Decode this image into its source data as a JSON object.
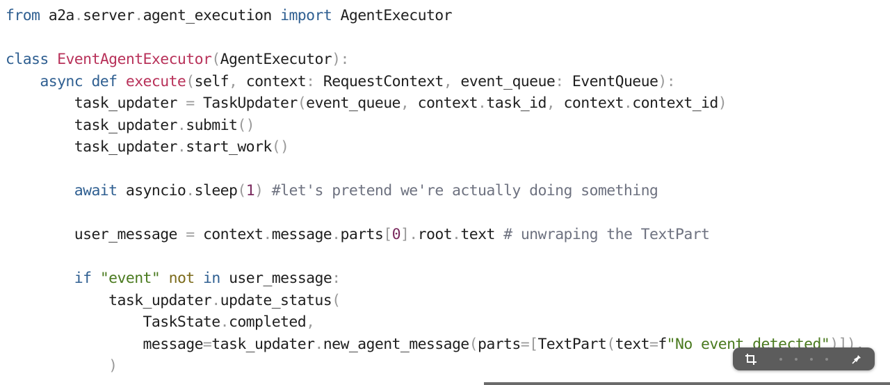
{
  "code": {
    "lines": [
      [
        [
          "kw",
          "from"
        ],
        [
          "t",
          " a2a"
        ],
        [
          "p",
          "."
        ],
        [
          "t",
          "server"
        ],
        [
          "p",
          "."
        ],
        [
          "t",
          "agent_execution "
        ],
        [
          "kw",
          "import"
        ],
        [
          "t",
          " AgentExecutor"
        ]
      ],
      [],
      [
        [
          "kw",
          "class"
        ],
        [
          "t",
          " "
        ],
        [
          "cls",
          "EventAgentExecutor"
        ],
        [
          "p",
          "("
        ],
        [
          "t",
          "AgentExecutor"
        ],
        [
          "p",
          "):"
        ]
      ],
      [
        [
          "t",
          "    "
        ],
        [
          "kw",
          "async def"
        ],
        [
          "t",
          " "
        ],
        [
          "cls",
          "execute"
        ],
        [
          "p",
          "("
        ],
        [
          "t",
          "self"
        ],
        [
          "p",
          ","
        ],
        [
          "t",
          " context"
        ],
        [
          "p",
          ":"
        ],
        [
          "t",
          " RequestContext"
        ],
        [
          "p",
          ","
        ],
        [
          "t",
          " event_queue"
        ],
        [
          "p",
          ":"
        ],
        [
          "t",
          " EventQueue"
        ],
        [
          "p",
          "):"
        ]
      ],
      [
        [
          "t",
          "        task_updater "
        ],
        [
          "p",
          "="
        ],
        [
          "t",
          " TaskUpdater"
        ],
        [
          "p",
          "("
        ],
        [
          "t",
          "event_queue"
        ],
        [
          "p",
          ","
        ],
        [
          "t",
          " context"
        ],
        [
          "p",
          "."
        ],
        [
          "t",
          "task_id"
        ],
        [
          "p",
          ","
        ],
        [
          "t",
          " context"
        ],
        [
          "p",
          "."
        ],
        [
          "t",
          "context_id"
        ],
        [
          "p",
          ")"
        ]
      ],
      [
        [
          "t",
          "        task_updater"
        ],
        [
          "p",
          "."
        ],
        [
          "t",
          "submit"
        ],
        [
          "p",
          "()"
        ]
      ],
      [
        [
          "t",
          "        task_updater"
        ],
        [
          "p",
          "."
        ],
        [
          "t",
          "start_work"
        ],
        [
          "p",
          "()"
        ]
      ],
      [],
      [
        [
          "t",
          "        "
        ],
        [
          "kw",
          "await"
        ],
        [
          "t",
          " asyncio"
        ],
        [
          "p",
          "."
        ],
        [
          "t",
          "sleep"
        ],
        [
          "p",
          "("
        ],
        [
          "num",
          "1"
        ],
        [
          "p",
          ")"
        ],
        [
          "t",
          " "
        ],
        [
          "cmt",
          "#let's pretend we're actually doing something"
        ]
      ],
      [],
      [
        [
          "t",
          "        user_message "
        ],
        [
          "p",
          "="
        ],
        [
          "t",
          " context"
        ],
        [
          "p",
          "."
        ],
        [
          "t",
          "message"
        ],
        [
          "p",
          "."
        ],
        [
          "t",
          "parts"
        ],
        [
          "p",
          "["
        ],
        [
          "num",
          "0"
        ],
        [
          "p",
          "]."
        ],
        [
          "t",
          "root"
        ],
        [
          "p",
          "."
        ],
        [
          "t",
          "text "
        ],
        [
          "cmt",
          "# unwraping the TextPart"
        ]
      ],
      [],
      [
        [
          "t",
          "        "
        ],
        [
          "kw",
          "if"
        ],
        [
          "t",
          " "
        ],
        [
          "str",
          "\"event\""
        ],
        [
          "t",
          " "
        ],
        [
          "kw2",
          "not"
        ],
        [
          "t",
          " "
        ],
        [
          "kw",
          "in"
        ],
        [
          "t",
          " user_message"
        ],
        [
          "p",
          ":"
        ]
      ],
      [
        [
          "t",
          "            task_updater"
        ],
        [
          "p",
          "."
        ],
        [
          "t",
          "update_status"
        ],
        [
          "p",
          "("
        ]
      ],
      [
        [
          "t",
          "                TaskState"
        ],
        [
          "p",
          "."
        ],
        [
          "t",
          "completed"
        ],
        [
          "p",
          ","
        ]
      ],
      [
        [
          "t",
          "                message"
        ],
        [
          "p",
          "="
        ],
        [
          "t",
          "task_updater"
        ],
        [
          "p",
          "."
        ],
        [
          "t",
          "new_agent_message"
        ],
        [
          "p",
          "("
        ],
        [
          "t",
          "parts"
        ],
        [
          "p",
          "=["
        ],
        [
          "t",
          "TextPart"
        ],
        [
          "p",
          "("
        ],
        [
          "t",
          "text"
        ],
        [
          "p",
          "="
        ],
        [
          "t",
          "f"
        ],
        [
          "str",
          "\"No event detected\""
        ],
        [
          "p",
          ")]),"
        ]
      ],
      [
        [
          "t",
          "            "
        ],
        [
          "p",
          ")"
        ]
      ]
    ]
  },
  "toolbar": {
    "crop_icon": "crop-icon",
    "more_icon": "pin-icon"
  }
}
